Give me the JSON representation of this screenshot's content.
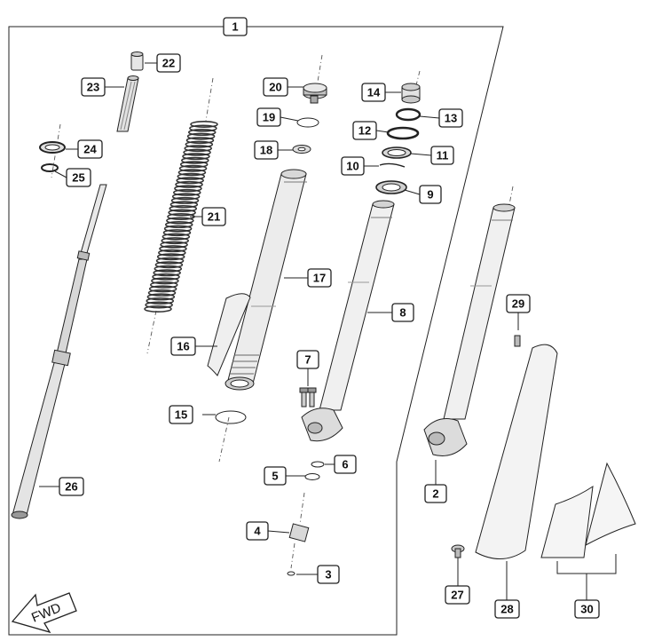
{
  "fwd_label": "FWD",
  "callouts": [
    {
      "id": "1",
      "label": "1"
    },
    {
      "id": "2",
      "label": "2"
    },
    {
      "id": "3",
      "label": "3"
    },
    {
      "id": "4",
      "label": "4"
    },
    {
      "id": "5",
      "label": "5"
    },
    {
      "id": "6",
      "label": "6"
    },
    {
      "id": "7",
      "label": "7"
    },
    {
      "id": "8",
      "label": "8"
    },
    {
      "id": "9",
      "label": "9"
    },
    {
      "id": "10",
      "label": "10"
    },
    {
      "id": "11",
      "label": "11"
    },
    {
      "id": "12",
      "label": "12"
    },
    {
      "id": "13",
      "label": "13"
    },
    {
      "id": "14",
      "label": "14"
    },
    {
      "id": "15",
      "label": "15"
    },
    {
      "id": "16",
      "label": "16"
    },
    {
      "id": "17",
      "label": "17"
    },
    {
      "id": "18",
      "label": "18"
    },
    {
      "id": "19",
      "label": "19"
    },
    {
      "id": "20",
      "label": "20"
    },
    {
      "id": "21",
      "label": "21"
    },
    {
      "id": "22",
      "label": "22"
    },
    {
      "id": "23",
      "label": "23"
    },
    {
      "id": "24",
      "label": "24"
    },
    {
      "id": "25",
      "label": "25"
    },
    {
      "id": "26",
      "label": "26"
    },
    {
      "id": "27",
      "label": "27"
    },
    {
      "id": "28",
      "label": "28"
    },
    {
      "id": "29",
      "label": "29"
    },
    {
      "id": "30",
      "label": "30"
    }
  ]
}
